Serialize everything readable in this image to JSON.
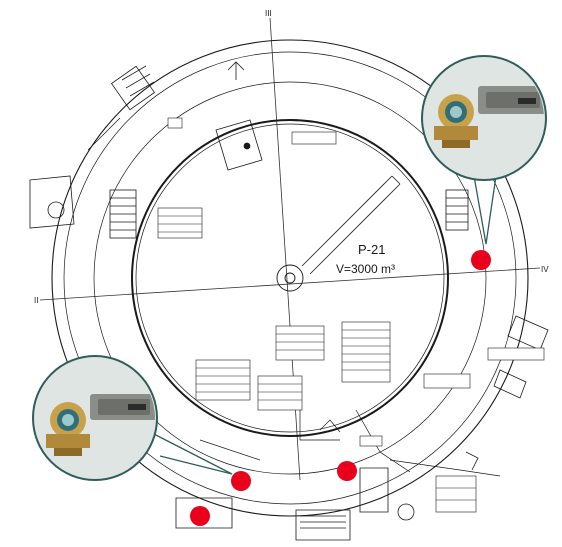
{
  "tank": {
    "label": "P-21",
    "volume_label": "V=3000 m³"
  },
  "axes": {
    "top": "III",
    "left": "II",
    "right": "IV"
  },
  "colors": {
    "marker": "#e8001c",
    "callout_stroke": "#2f5e5a",
    "callout_fill": "#dfe5e2",
    "drawing": "#1a1a1a"
  },
  "callouts": [
    {
      "device": "explosion-proof-detector",
      "image": "gas-detector-photo"
    },
    {
      "device": "explosion-proof-detector",
      "image": "gas-detector-photo"
    }
  ],
  "markers_count": 4
}
